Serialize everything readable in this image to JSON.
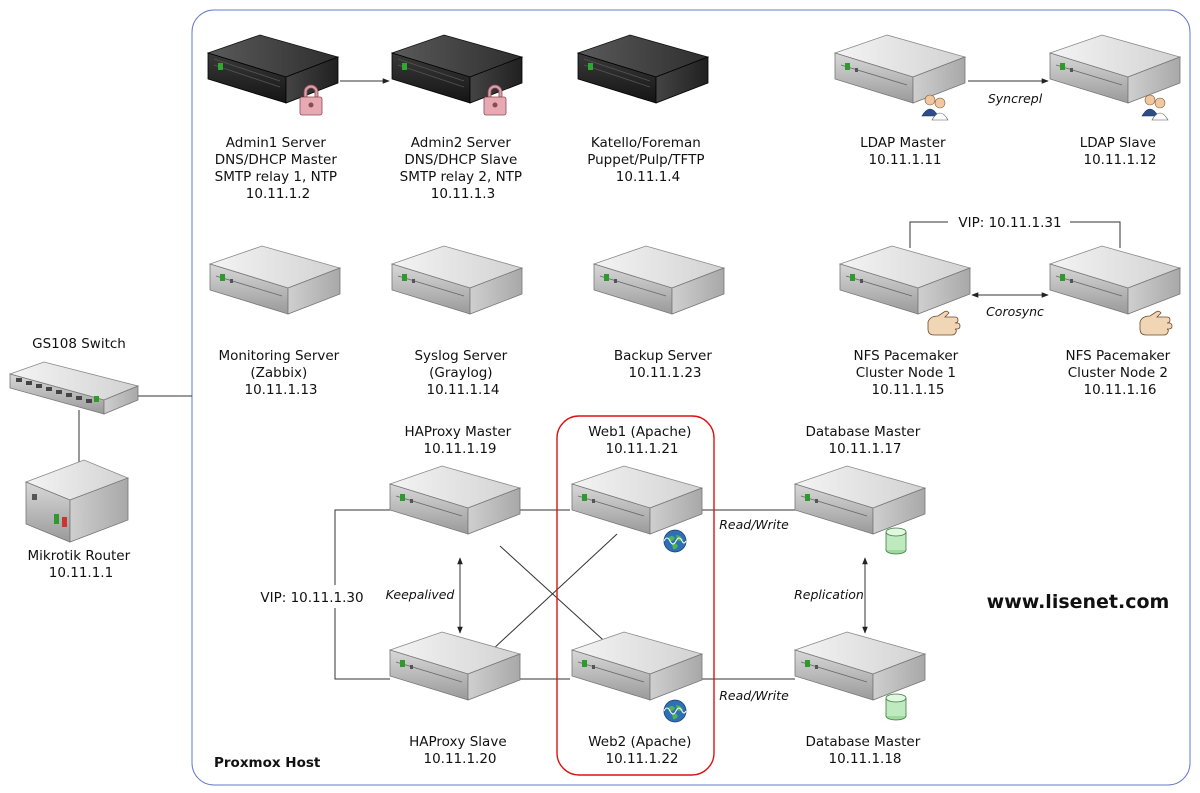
{
  "host": {
    "title": "Proxmox Host"
  },
  "site": "www.lisenet.com",
  "devices": {
    "admin1": [
      "Admin1 Server",
      "DNS/DHCP Master",
      "SMTP relay 1, NTP",
      "10.11.1.2"
    ],
    "admin2": [
      "Admin2 Server",
      "DNS/DHCP Slave",
      "SMTP relay 2, NTP",
      "10.11.1.3"
    ],
    "katello": [
      "Katello/Foreman",
      "Puppet/Pulp/TFTP",
      "10.11.1.4"
    ],
    "ldapm": [
      "LDAP Master",
      "10.11.1.11"
    ],
    "ldaps": [
      "LDAP Slave",
      "10.11.1.12"
    ],
    "monitor": [
      "Monitoring Server",
      "(Zabbix)",
      "10.11.1.13"
    ],
    "syslog": [
      "Syslog Server",
      "(Graylog)",
      "10.11.1.14"
    ],
    "backup": [
      "Backup Server",
      "10.11.1.23"
    ],
    "nfs1": [
      "NFS Pacemaker",
      "Cluster Node 1",
      "10.11.1.15"
    ],
    "nfs2": [
      "NFS Pacemaker",
      "Cluster Node 2",
      "10.11.1.16"
    ],
    "switch": [
      "GS108 Switch"
    ],
    "router": [
      "Mikrotik Router",
      "10.11.1.1"
    ],
    "hapm": [
      "HAProxy Master",
      "10.11.1.19"
    ],
    "haps": [
      "HAProxy Slave",
      "10.11.1.20"
    ],
    "web1": [
      "Web1 (Apache)",
      "10.11.1.21"
    ],
    "web2": [
      "Web2 (Apache)",
      "10.11.1.22"
    ],
    "dbm1": [
      "Database Master",
      "10.11.1.17"
    ],
    "dbm2": [
      "Database Master",
      "10.11.1.18"
    ]
  },
  "links": {
    "syncrepl": "Syncrepl",
    "corosync": "Corosync",
    "nfs_vip": "VIP: 10.11.1.31",
    "ha_vip": "VIP: 10.11.1.30",
    "keepalived": "Keepalived",
    "replication": "Replication",
    "rw1": "Read/Write",
    "rw2": "Read/Write"
  }
}
